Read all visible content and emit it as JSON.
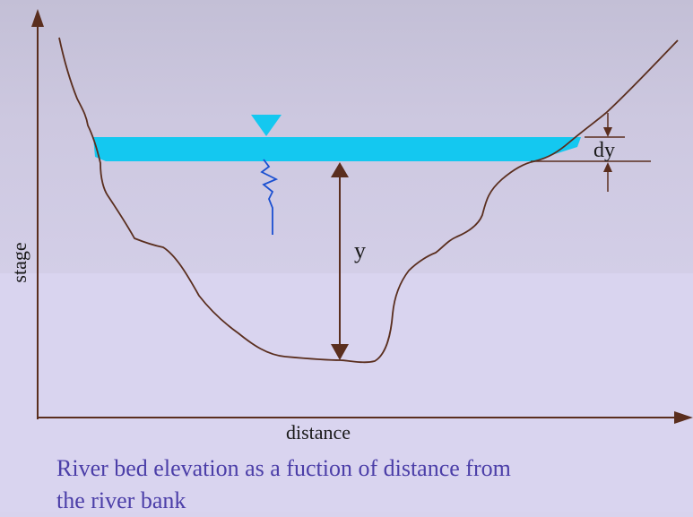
{
  "labels": {
    "x_axis": "distance",
    "y_axis": "stage",
    "depth": "y",
    "depth_increment": "dy"
  },
  "caption": {
    "line1": "River bed elevation as a fuction of distance from",
    "line2": "the river bank"
  },
  "colors": {
    "axis": "#5a2e1e",
    "river_bed": "#5a2e1e",
    "water": "#14c8f0",
    "caption_text": "#4b3ea8"
  }
}
